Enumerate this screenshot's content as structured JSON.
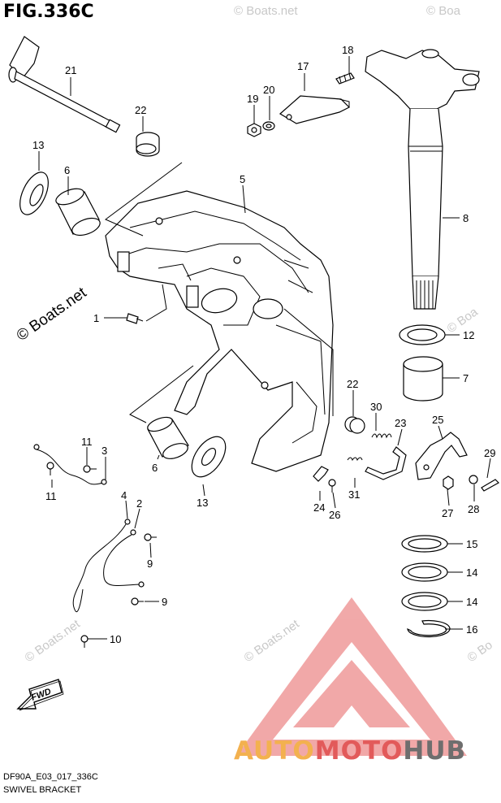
{
  "figure_title": "FIG.336C",
  "footer": {
    "code": "DF90A_E03_017_336C",
    "caption": "SWIVEL BRACKET"
  },
  "watermarks": {
    "copyright": "© Boats.net",
    "brand_part1": "AUTO",
    "brand_part2": "MOTO",
    "brand_part3": "HUB",
    "brand_colors": {
      "auto": "#f3b14f",
      "moto": "#e25a5a",
      "hub": "#6e6e6e",
      "logo": "#e25a5a"
    }
  },
  "fwd_label": "FWD",
  "callouts": [
    "21",
    "22",
    "13",
    "6",
    "5",
    "1",
    "17",
    "20",
    "19",
    "18",
    "8",
    "12",
    "7",
    "22",
    "30",
    "23",
    "25",
    "29",
    "11",
    "3",
    "11",
    "6",
    "13",
    "24",
    "26",
    "31",
    "27",
    "28",
    "4",
    "2",
    "9",
    "9",
    "10",
    "15",
    "14",
    "14",
    "16"
  ]
}
